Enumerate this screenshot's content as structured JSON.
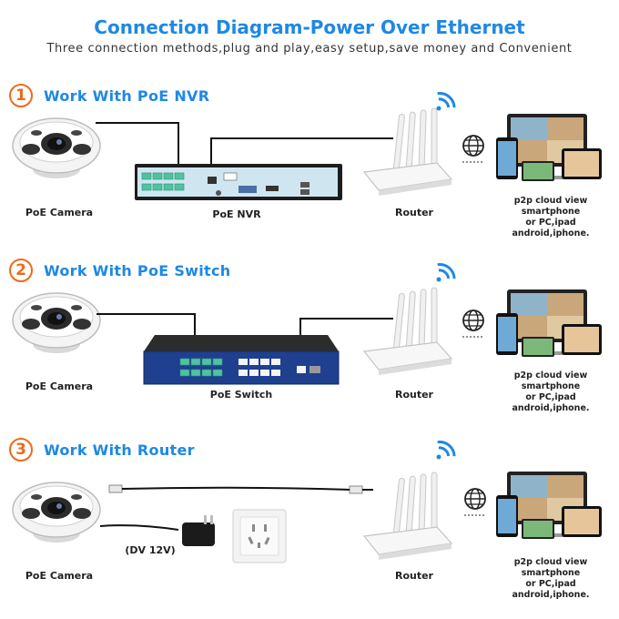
{
  "header": {
    "title": "Connection Diagram-Power Over Ethernet",
    "subtitle": "Three connection methods,plug and play,easy setup,save money and Convenient"
  },
  "sections": [
    {
      "number": "1",
      "title": "Work With PoE NVR",
      "camera_label": "PoE Camera",
      "device_label": "PoE NVR",
      "router_label": "Router",
      "caption_line1": "p2p cloud view smartphone",
      "caption_line2": "or PC,ipad android,iphone."
    },
    {
      "number": "2",
      "title": "Work With PoE Switch",
      "camera_label": "PoE Camera",
      "device_label": "PoE Switch",
      "router_label": "Router",
      "caption_line1": "p2p cloud view smartphone",
      "caption_line2": "or PC,ipad android,iphone."
    },
    {
      "number": "3",
      "title": "Work With Router",
      "camera_label": "PoE Camera",
      "power_label": "(DV 12V)",
      "router_label": "Router",
      "caption_line1": "p2p cloud view smartphone",
      "caption_line2": "or PC,ipad android,iphone."
    }
  ],
  "colors": {
    "title_blue": "#1e88e5",
    "number_orange": "#ee6a1c",
    "wifi_blue": "#1e88e5",
    "nvr_body": "#1d1d1d",
    "switch_body": "#1f3f8f",
    "port_green": "#4fc3a1"
  },
  "icons": [
    "dome-camera-icon",
    "nvr-icon",
    "poe-switch-icon",
    "router-icon",
    "wifi-icon",
    "globe-icon",
    "devices-icon",
    "power-adapter-icon",
    "wall-outlet-icon",
    "ethernet-plug-icon"
  ]
}
